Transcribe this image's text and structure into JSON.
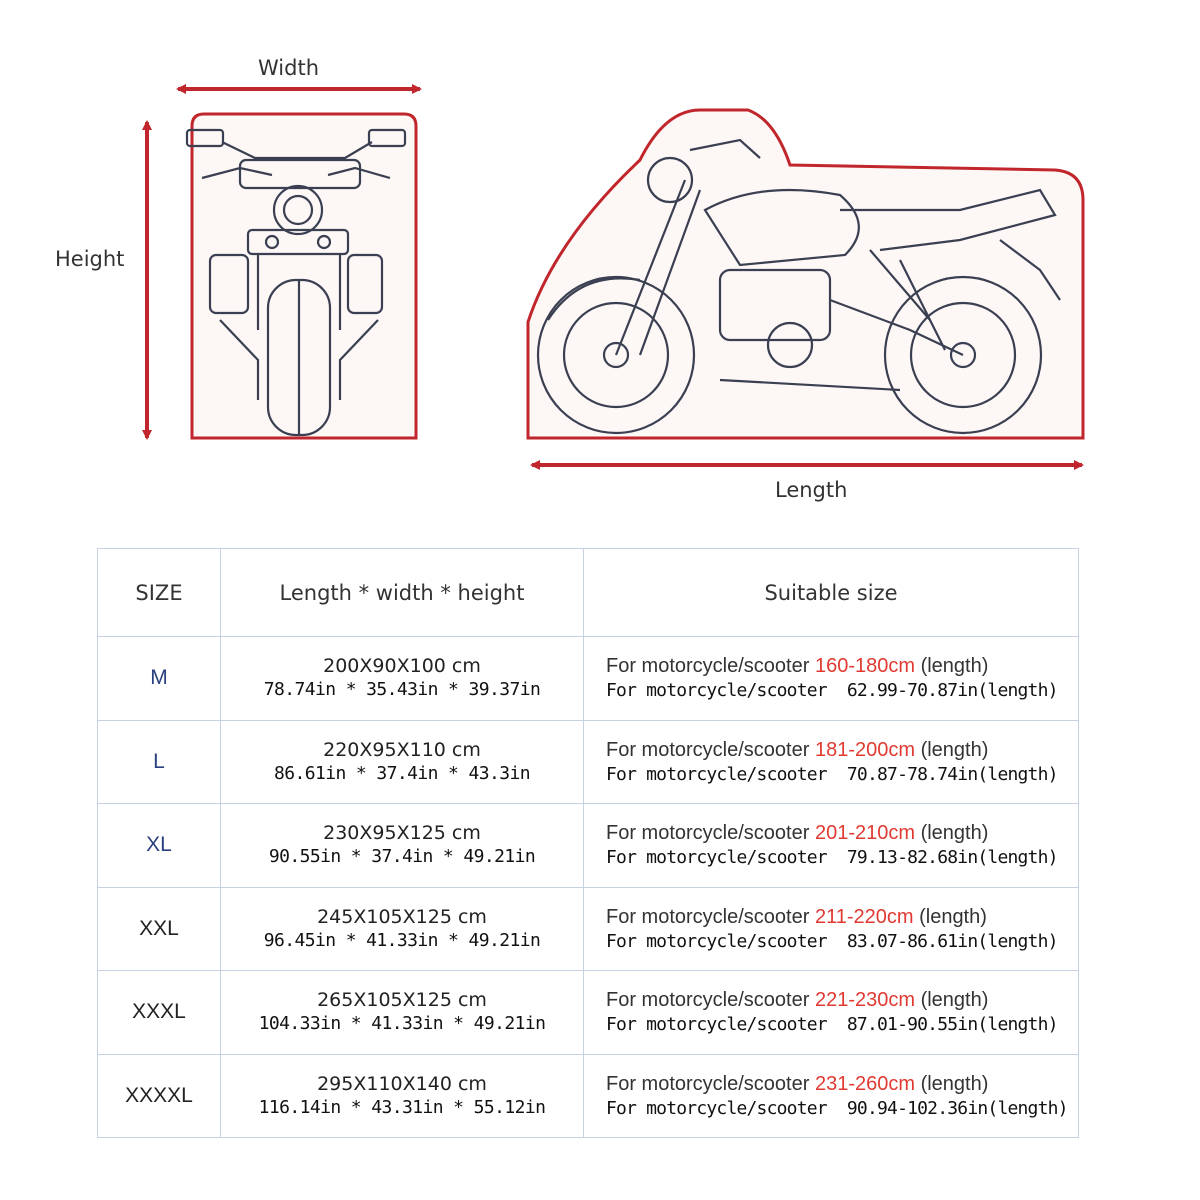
{
  "diagram": {
    "width_label": "Width",
    "height_label": "Height",
    "length_label": "Length",
    "outline_color": "#c0262c",
    "arrow_color": "#c0262c"
  },
  "table": {
    "headers": {
      "size": "SIZE",
      "dimensions": "Length * width * height",
      "suitable": "Suitable size"
    },
    "range_color": "#e03a32",
    "rows": [
      {
        "size": "M",
        "dims_cm": "200X90X100 cm",
        "dims_in": "78.74in * 35.43in * 39.37in",
        "suit_prefix": "For motorcycle/scooter ",
        "suit_range": "160-180cm",
        "suit_suffix": " (length)",
        "suit_in": "For motorcycle/scooter  62.99-70.87in(length)"
      },
      {
        "size": "L",
        "dims_cm": "220X95X110 cm",
        "dims_in": "86.61in * 37.4in * 43.3in",
        "suit_prefix": "For motorcycle/scooter ",
        "suit_range": "181-200cm",
        "suit_suffix": " (length)",
        "suit_in": "For motorcycle/scooter  70.87-78.74in(length)"
      },
      {
        "size": "XL",
        "dims_cm": "230X95X125 cm",
        "dims_in": "90.55in * 37.4in * 49.21in",
        "suit_prefix": "For motorcycle/scooter ",
        "suit_range": "201-210cm",
        "suit_suffix": " (length)",
        "suit_in": "For motorcycle/scooter  79.13-82.68in(length)"
      },
      {
        "size": "XXL",
        "dims_cm": "245X105X125 cm",
        "dims_in": "96.45in * 41.33in * 49.21in",
        "suit_prefix": "For motorcycle/scooter ",
        "suit_range": "211-220cm",
        "suit_suffix": " (length)",
        "suit_in": "For motorcycle/scooter  83.07-86.61in(length)"
      },
      {
        "size": "XXXL",
        "dims_cm": "265X105X125 cm",
        "dims_in": "104.33in * 41.33in * 49.21in",
        "suit_prefix": "For motorcycle/scooter ",
        "suit_range": "221-230cm",
        "suit_suffix": " (length)",
        "suit_in": "For motorcycle/scooter  87.01-90.55in(length)"
      },
      {
        "size": "XXXXL",
        "dims_cm": "295X110X140 cm",
        "dims_in": "116.14in * 43.31in * 55.12in",
        "suit_prefix": "For motorcycle/scooter ",
        "suit_range": "231-260cm",
        "suit_suffix": " (length)",
        "suit_in": "For motorcycle/scooter  90.94-102.36in(length)"
      }
    ]
  }
}
